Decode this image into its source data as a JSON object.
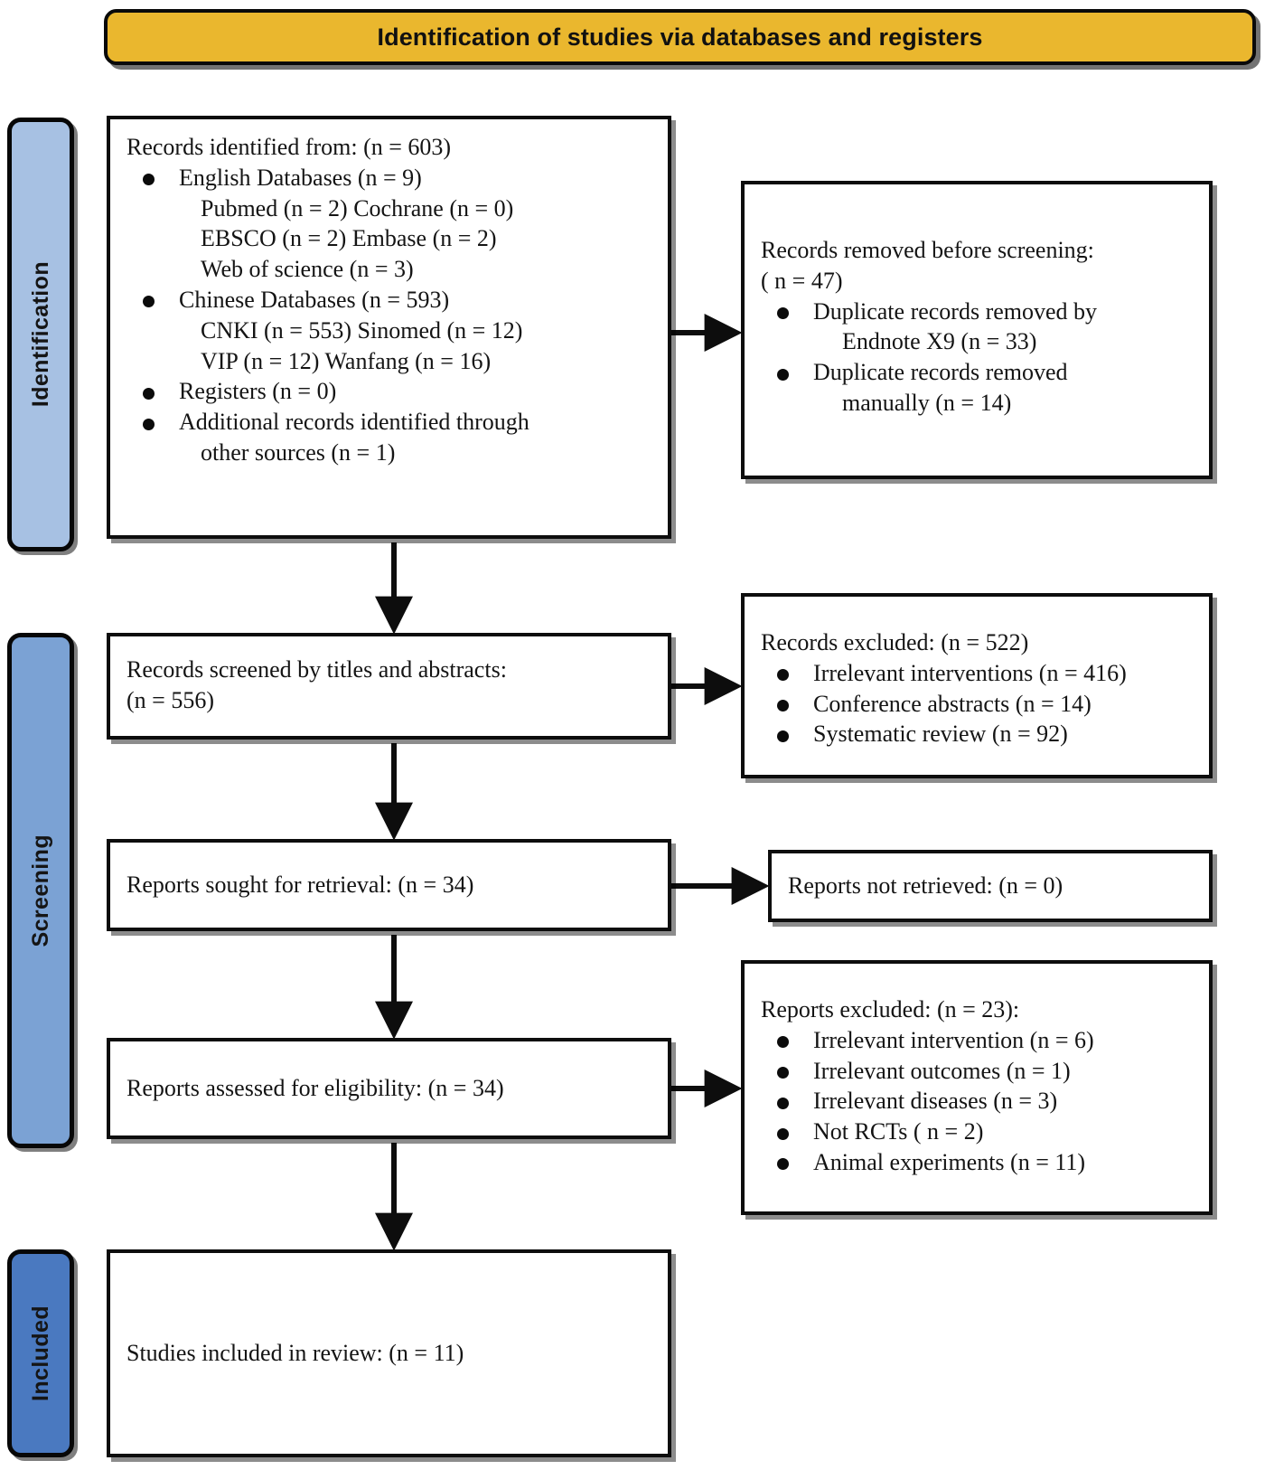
{
  "banner": {
    "title": "Identification of studies via databases and registers"
  },
  "stages": [
    {
      "name": "identification",
      "label": "Identification",
      "color": "#A7C1E3"
    },
    {
      "name": "screening",
      "label": "Screening",
      "color": "#7BA2D4"
    },
    {
      "name": "included",
      "label": "Included",
      "color": "#4A79C0"
    }
  ],
  "boxes": {
    "identified": {
      "heading": "Records identified from: (n = 603)",
      "items": [
        {
          "text": "English Databases (n = 9)",
          "bullet": true
        },
        {
          "text": "Pubmed (n = 2)  Cochrane (n = 0)",
          "bullet": false
        },
        {
          "text": "EBSCO (n = 2)   Embase (n = 2)",
          "bullet": false
        },
        {
          "text": "Web of science (n = 3)",
          "bullet": false
        },
        {
          "text": "Chinese Databases (n = 593)",
          "bullet": true
        },
        {
          "text": "CNKI (n = 553)  Sinomed (n = 12)",
          "bullet": false
        },
        {
          "text": "VIP (n = 12)       Wanfang (n = 16)",
          "bullet": false
        },
        {
          "text": "Registers (n = 0)",
          "bullet": true
        },
        {
          "text": "Additional records identified through",
          "bullet": true
        },
        {
          "text": "other sources  (n = 1)",
          "bullet": false,
          "continuation": true
        }
      ]
    },
    "removed_before_screening": {
      "heading_line1": "Records removed before screening:",
      "heading_line2": "( n = 47)",
      "items": [
        {
          "text": "Duplicate records removed  by",
          "bullet": true
        },
        {
          "text": "Endnote X9 (n = 33)",
          "bullet": false,
          "continuation": true
        },
        {
          "text": "Duplicate records removed",
          "bullet": true
        },
        {
          "text": "manually (n = 14)",
          "bullet": false,
          "continuation": true
        }
      ]
    },
    "screened": {
      "line1": "Records screened by titles and abstracts:",
      "line2": " (n = 556)"
    },
    "records_excluded": {
      "heading": "Records excluded: (n = 522)",
      "items": [
        "Irrelevant interventions (n = 416)",
        "Conference abstracts (n = 14)",
        "Systematic review (n = 92)"
      ]
    },
    "sought": {
      "text": "Reports sought for retrieval: (n = 34)"
    },
    "not_retrieved": {
      "text": "Reports not retrieved: (n = 0)"
    },
    "assessed": {
      "text": "Reports assessed for eligibility: (n = 34)"
    },
    "reports_excluded": {
      "heading": "Reports excluded: (n = 23):",
      "items": [
        "Irrelevant intervention (n = 6)",
        "Irrelevant  outcomes (n = 1)",
        "Irrelevant diseases (n = 3)",
        "Not RCTs ( n = 2)",
        "Animal experiments (n = 11)"
      ]
    },
    "included": {
      "text": "Studies included in review: (n = 11)"
    }
  }
}
